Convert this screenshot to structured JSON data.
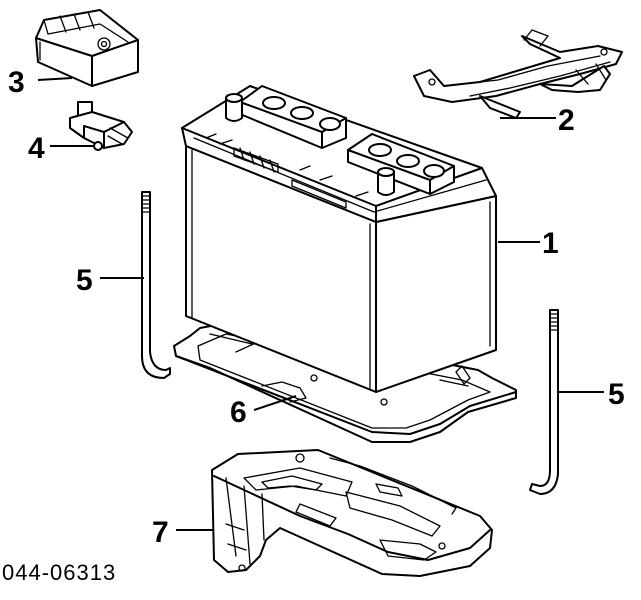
{
  "diagram": {
    "callouts": [
      {
        "id": "battery",
        "label": "1"
      },
      {
        "id": "hold-down-clamp",
        "label": "2"
      },
      {
        "id": "terminal-cover",
        "label": "3"
      },
      {
        "id": "terminal-clamp",
        "label": "4"
      },
      {
        "id": "hold-down-bolt-left",
        "label": "5"
      },
      {
        "id": "hold-down-bolt-right",
        "label": "5"
      },
      {
        "id": "battery-tray",
        "label": "6"
      },
      {
        "id": "tray-carrier",
        "label": "7"
      }
    ],
    "diagram_code": "044-06313"
  }
}
